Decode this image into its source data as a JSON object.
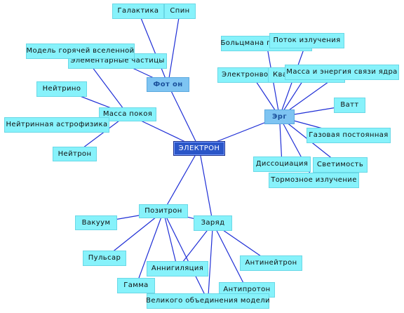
{
  "center": {
    "id": "electron",
    "label": "ЭЛЕКТРОН"
  },
  "hubs": [
    {
      "id": "foton",
      "label": "Фот он"
    },
    {
      "id": "erg",
      "label": "Эрг"
    },
    {
      "id": "massa",
      "label": "Масса покоя"
    },
    {
      "id": "pozitron",
      "label": "Позитрон"
    },
    {
      "id": "zaryad",
      "label": "Заряд"
    }
  ],
  "leaves": [
    {
      "id": "galaktika",
      "label": "Галактика",
      "parent": "foton"
    },
    {
      "id": "spin",
      "label": "Спин",
      "parent": "foton"
    },
    {
      "id": "elementarnye",
      "label": "Элементарные частицы",
      "parent": "foton"
    },
    {
      "id": "model",
      "label": "Модель горячей вселенной",
      "parent": "massa"
    },
    {
      "id": "neytrino",
      "label": "Нейтрино",
      "parent": "massa"
    },
    {
      "id": "astrofizika",
      "label": "Нейтринная астрофизика",
      "parent": "massa"
    },
    {
      "id": "neytron",
      "label": "Нейтрон",
      "parent": "massa"
    },
    {
      "id": "bolcman",
      "label": "Больцмана постоянная",
      "parent": "erg"
    },
    {
      "id": "potok",
      "label": "Поток излучения",
      "parent": "erg"
    },
    {
      "id": "elektronvolt",
      "label": "Электронвольт",
      "parent": "erg"
    },
    {
      "id": "kvant",
      "label": "Квант излучения",
      "parent": "erg"
    },
    {
      "id": "massa_energiya",
      "label": "Масса и энергия связи ядра",
      "parent": "erg"
    },
    {
      "id": "vatt",
      "label": "Ватт",
      "parent": "erg"
    },
    {
      "id": "gazovaya",
      "label": "Газовая постоянная",
      "parent": "erg"
    },
    {
      "id": "dissociaciya",
      "label": "Диссоциация",
      "parent": "erg"
    },
    {
      "id": "svetimost",
      "label": "Светимость",
      "parent": "erg"
    },
    {
      "id": "tormoznoe",
      "label": "Тормозное излучение",
      "parent": "erg"
    },
    {
      "id": "vakuum",
      "label": "Вакуум",
      "parent": "pozitron"
    },
    {
      "id": "pulsar",
      "label": "Пульсар",
      "parent": "pozitron"
    },
    {
      "id": "gamma",
      "label": "Гамма",
      "parent": "pozitron"
    },
    {
      "id": "annigilyaciya",
      "label": "Аннигиляция",
      "parent": "zaryad"
    },
    {
      "id": "antineytron",
      "label": "Антинейтрон",
      "parent": "zaryad"
    },
    {
      "id": "antiproton",
      "label": "Антипротон",
      "parent": "zaryad"
    },
    {
      "id": "velikogo",
      "label": "Великого объединения модели",
      "parent": "zaryad"
    }
  ],
  "extra_links": [
    [
      "pozitron",
      "zaryad"
    ],
    [
      "pozitron",
      "annigilyaciya"
    ],
    [
      "pozitron",
      "velikogo"
    ]
  ],
  "colors": {
    "edge": "#1f2fd6",
    "node_fill": "#87f2fb",
    "hub_fill": "#7ec4f2",
    "center_fill": "#2b56c8"
  }
}
